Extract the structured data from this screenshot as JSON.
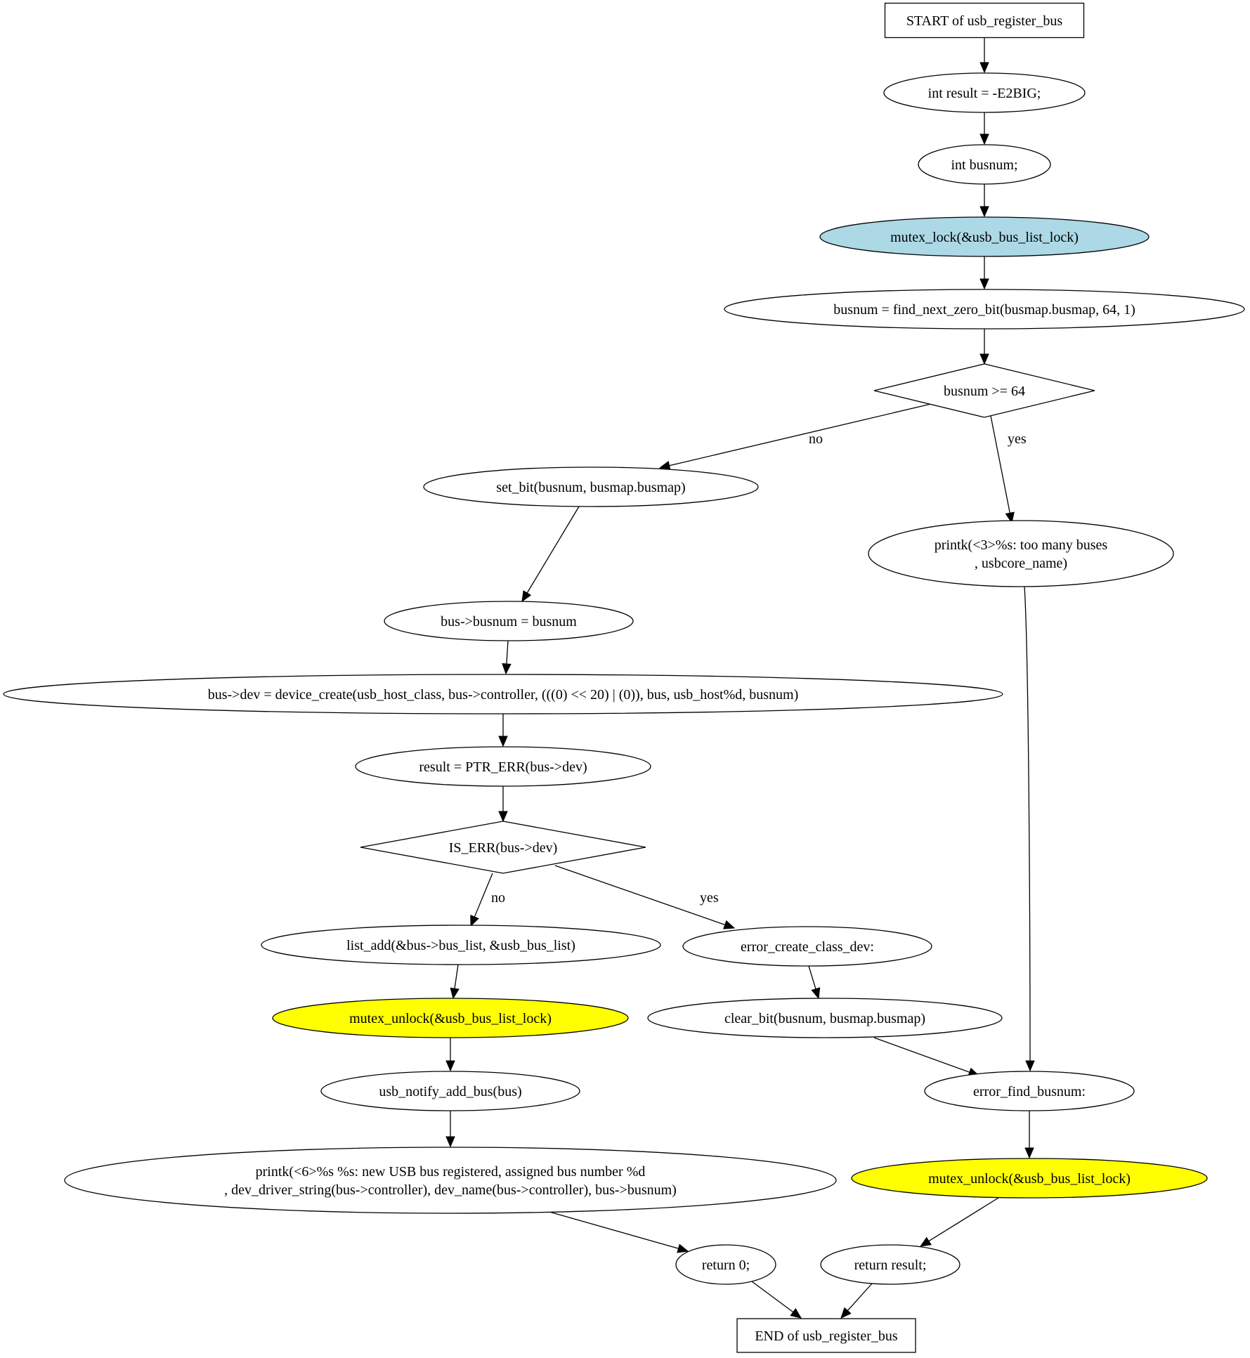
{
  "colors": {
    "default_fill": "#ffffff",
    "lock_fill": "#add8e6",
    "unlock_fill": "#ffff00",
    "stroke": "#000000"
  },
  "nodes": {
    "start": {
      "lines": [
        "START of usb_register_bus"
      ]
    },
    "int_result": {
      "lines": [
        "int result = -E2BIG;"
      ]
    },
    "int_busnum": {
      "lines": [
        "int busnum;"
      ]
    },
    "mutex_lock": {
      "lines": [
        "mutex_lock(&usb_bus_list_lock)"
      ]
    },
    "find_bit": {
      "lines": [
        "busnum = find_next_zero_bit(busmap.busmap, 64, 1)"
      ]
    },
    "cond_busnum": {
      "lines": [
        "busnum >= 64"
      ]
    },
    "set_bit": {
      "lines": [
        "set_bit(busnum, busmap.busmap)"
      ]
    },
    "printk_many": {
      "lines": [
        "printk(<3>%s: too many buses",
        ", usbcore_name)"
      ]
    },
    "bus_busnum": {
      "lines": [
        "bus->busnum = busnum"
      ]
    },
    "device_create": {
      "lines": [
        "bus->dev = device_create(usb_host_class, bus->controller, (((0) << 20) | (0)), bus, usb_host%d, busnum)"
      ]
    },
    "ptr_err": {
      "lines": [
        "result = PTR_ERR(bus->dev)"
      ]
    },
    "cond_is_err": {
      "lines": [
        "IS_ERR(bus->dev)"
      ]
    },
    "list_add": {
      "lines": [
        "list_add(&bus->bus_list, &usb_bus_list)"
      ]
    },
    "err_create_label": {
      "lines": [
        "error_create_class_dev:"
      ]
    },
    "mutex_unlock_1": {
      "lines": [
        "mutex_unlock(&usb_bus_list_lock)"
      ]
    },
    "clear_bit": {
      "lines": [
        "clear_bit(busnum, busmap.busmap)"
      ]
    },
    "notify": {
      "lines": [
        "usb_notify_add_bus(bus)"
      ]
    },
    "err_find_label": {
      "lines": [
        "error_find_busnum:"
      ]
    },
    "printk_new": {
      "lines": [
        "printk(<6>%s %s: new USB bus registered, assigned bus number %d",
        ", dev_driver_string(bus->controller), dev_name(bus->controller), bus->busnum)"
      ]
    },
    "mutex_unlock_2": {
      "lines": [
        "mutex_unlock(&usb_bus_list_lock)"
      ]
    },
    "return_0": {
      "lines": [
        "return 0;"
      ]
    },
    "return_result": {
      "lines": [
        "return result;"
      ]
    },
    "end": {
      "lines": [
        "END of usb_register_bus"
      ]
    }
  },
  "edges": [
    {
      "from": "start",
      "to": "int_result",
      "label": ""
    },
    {
      "from": "int_result",
      "to": "int_busnum",
      "label": ""
    },
    {
      "from": "int_busnum",
      "to": "mutex_lock",
      "label": ""
    },
    {
      "from": "mutex_lock",
      "to": "find_bit",
      "label": ""
    },
    {
      "from": "find_bit",
      "to": "cond_busnum",
      "label": ""
    },
    {
      "from": "cond_busnum",
      "to": "set_bit",
      "label": "no"
    },
    {
      "from": "cond_busnum",
      "to": "printk_many",
      "label": "yes"
    },
    {
      "from": "set_bit",
      "to": "bus_busnum",
      "label": ""
    },
    {
      "from": "printk_many",
      "to": "err_find_label",
      "label": ""
    },
    {
      "from": "bus_busnum",
      "to": "device_create",
      "label": ""
    },
    {
      "from": "device_create",
      "to": "ptr_err",
      "label": ""
    },
    {
      "from": "ptr_err",
      "to": "cond_is_err",
      "label": ""
    },
    {
      "from": "cond_is_err",
      "to": "list_add",
      "label": "no"
    },
    {
      "from": "cond_is_err",
      "to": "err_create_label",
      "label": "yes"
    },
    {
      "from": "list_add",
      "to": "mutex_unlock_1",
      "label": ""
    },
    {
      "from": "err_create_label",
      "to": "clear_bit",
      "label": ""
    },
    {
      "from": "mutex_unlock_1",
      "to": "notify",
      "label": ""
    },
    {
      "from": "clear_bit",
      "to": "err_find_label",
      "label": ""
    },
    {
      "from": "notify",
      "to": "printk_new",
      "label": ""
    },
    {
      "from": "err_find_label",
      "to": "mutex_unlock_2",
      "label": ""
    },
    {
      "from": "printk_new",
      "to": "return_0",
      "label": ""
    },
    {
      "from": "mutex_unlock_2",
      "to": "return_result",
      "label": ""
    },
    {
      "from": "return_0",
      "to": "end",
      "label": ""
    },
    {
      "from": "return_result",
      "to": "end",
      "label": ""
    }
  ]
}
